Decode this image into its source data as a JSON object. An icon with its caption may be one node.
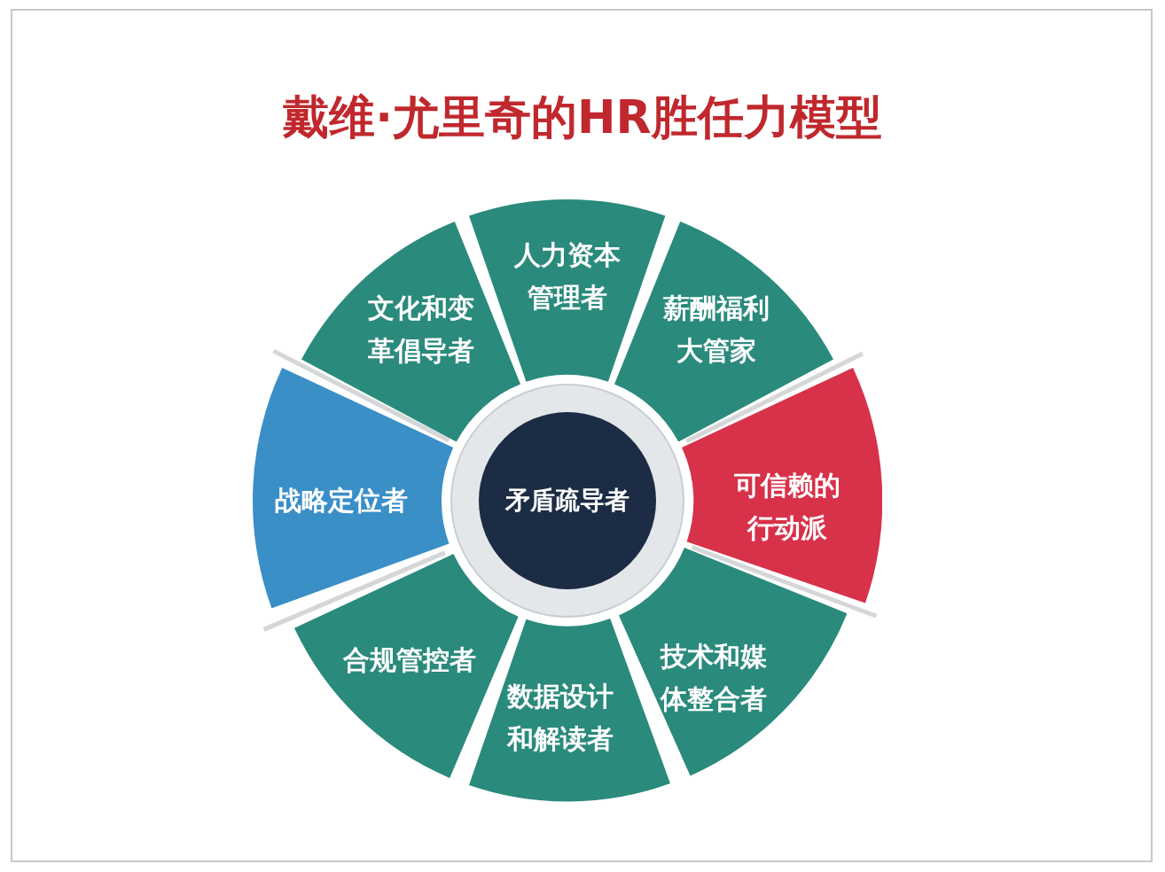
{
  "diagram": {
    "title": "戴维·尤里奇的HR胜任力模型",
    "nodes": [
      {
        "text": [
          "矛盾疏导者"
        ]
      },
      {
        "text": [
          "文化和变革倡导者"
        ]
      },
      {
        "text": [
          "人力资本管理者"
        ]
      },
      {
        "text": [
          "薪酬福利大管家"
        ]
      },
      {
        "text": [
          "可信赖的行动派"
        ]
      },
      {
        "text": [
          "技术和媒体整合者"
        ]
      },
      {
        "text": [
          "数据设计和解读者"
        ]
      },
      {
        "text": [
          "合规管控者"
        ]
      },
      {
        "text": [
          "战略定位者"
        ]
      }
    ]
  }
}
